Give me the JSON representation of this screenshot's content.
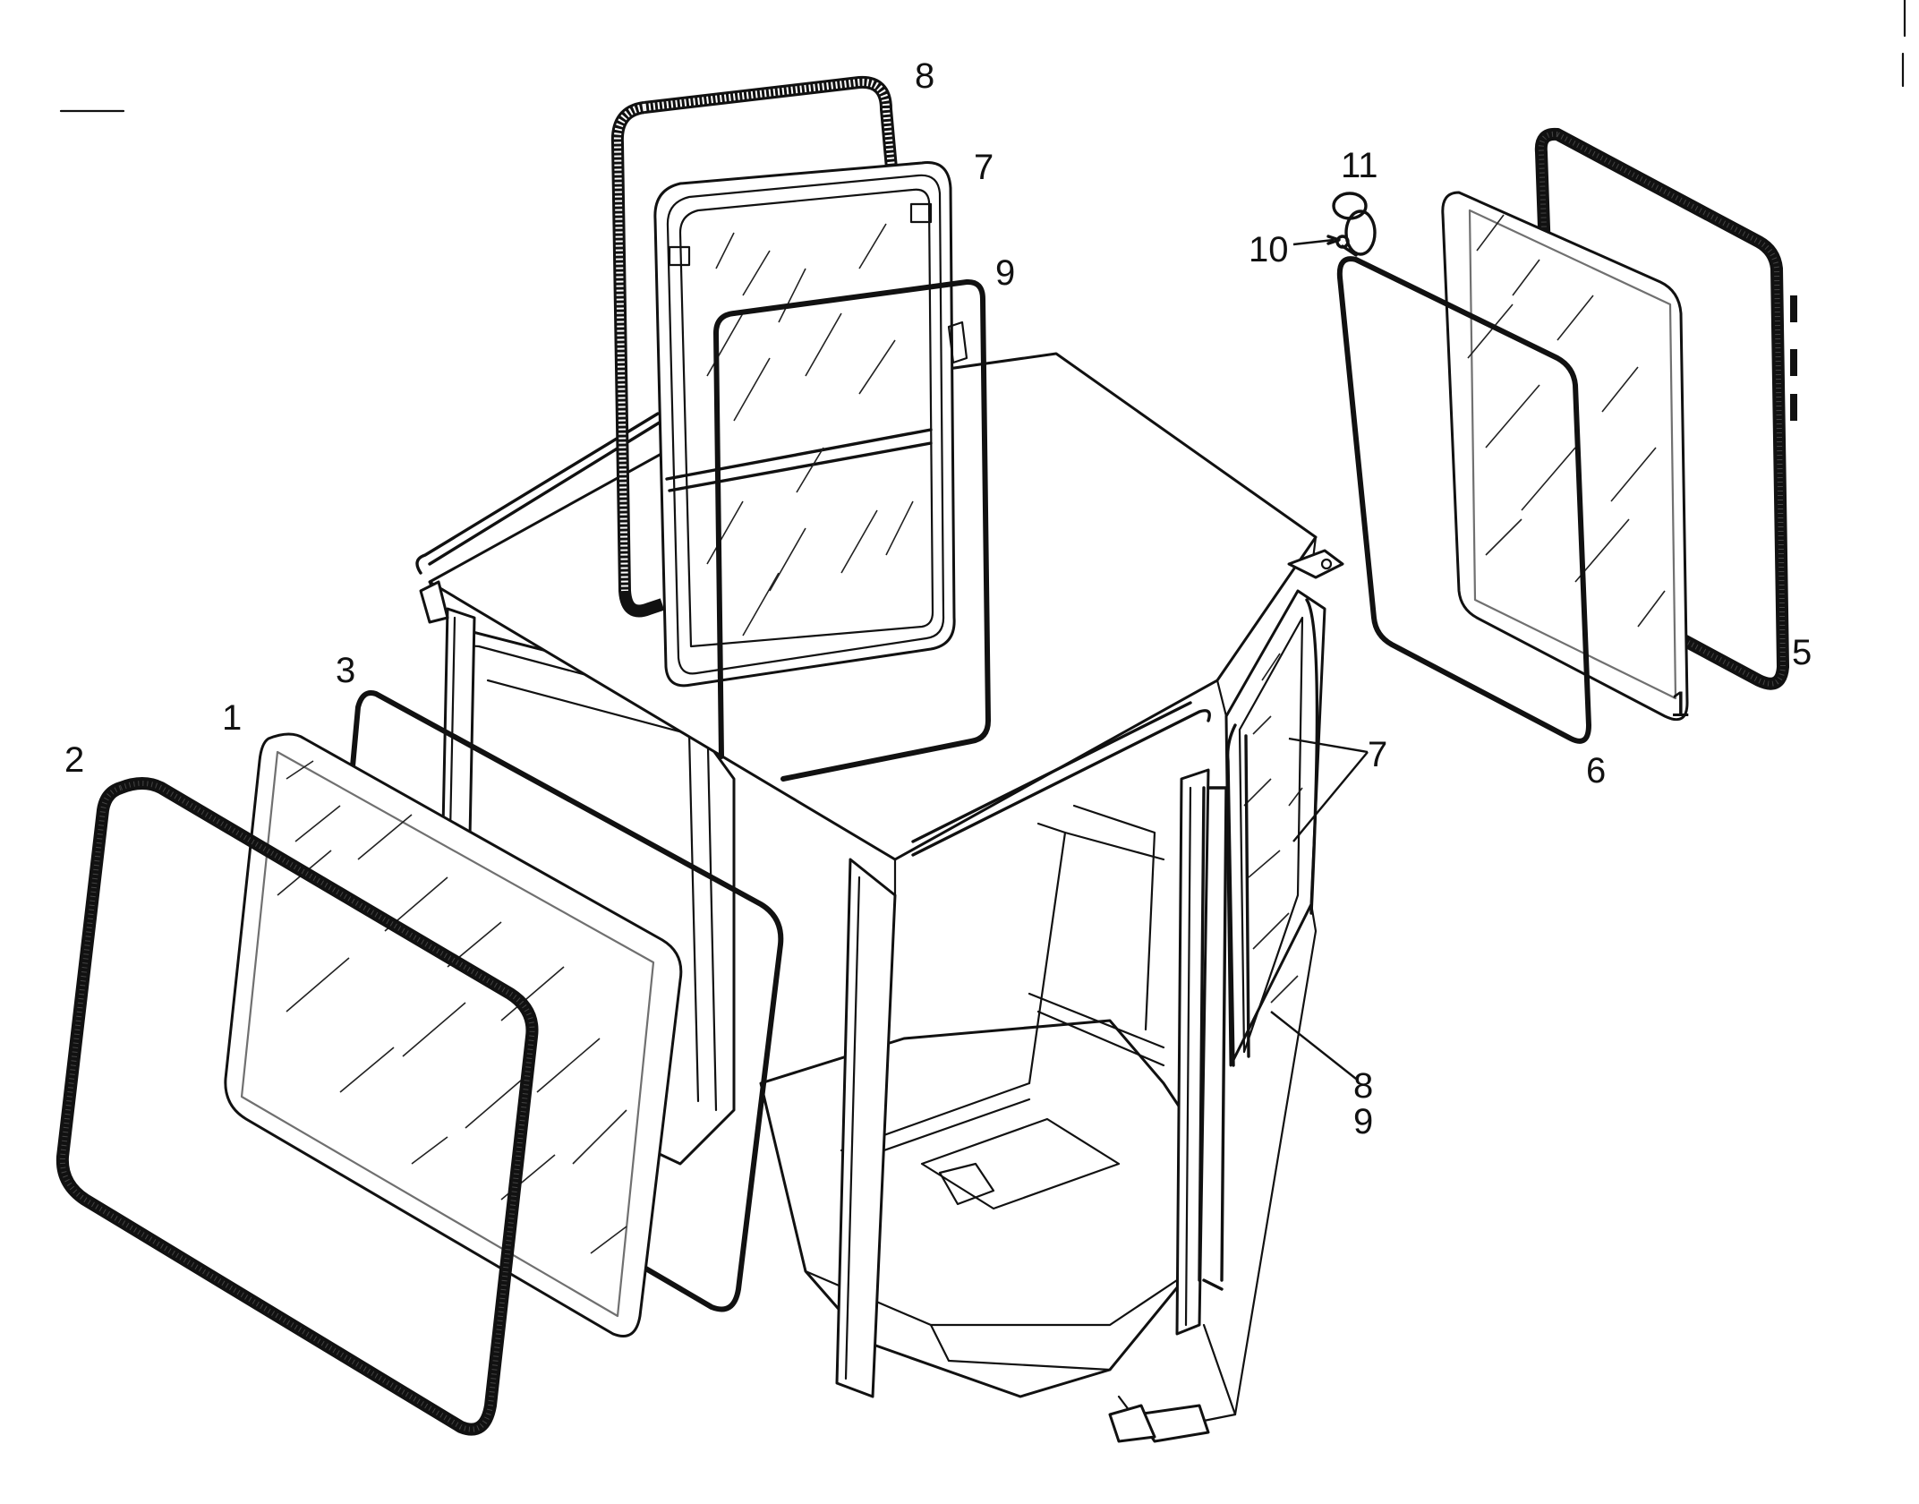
{
  "diagram": {
    "callouts": [
      {
        "id": "c1",
        "text": "8"
      },
      {
        "id": "c2",
        "text": "7"
      },
      {
        "id": "c3",
        "text": "9"
      },
      {
        "id": "c4",
        "text": "11"
      },
      {
        "id": "c5",
        "text": "10"
      },
      {
        "id": "c6",
        "text": "5"
      },
      {
        "id": "c7",
        "text": "1"
      },
      {
        "id": "c8",
        "text": "6"
      },
      {
        "id": "c9",
        "text": "3"
      },
      {
        "id": "c10",
        "text": "1"
      },
      {
        "id": "c11",
        "text": "2"
      },
      {
        "id": "c12",
        "text": "7"
      },
      {
        "id": "c13",
        "text": "8"
      },
      {
        "id": "c14",
        "text": "9"
      }
    ]
  }
}
